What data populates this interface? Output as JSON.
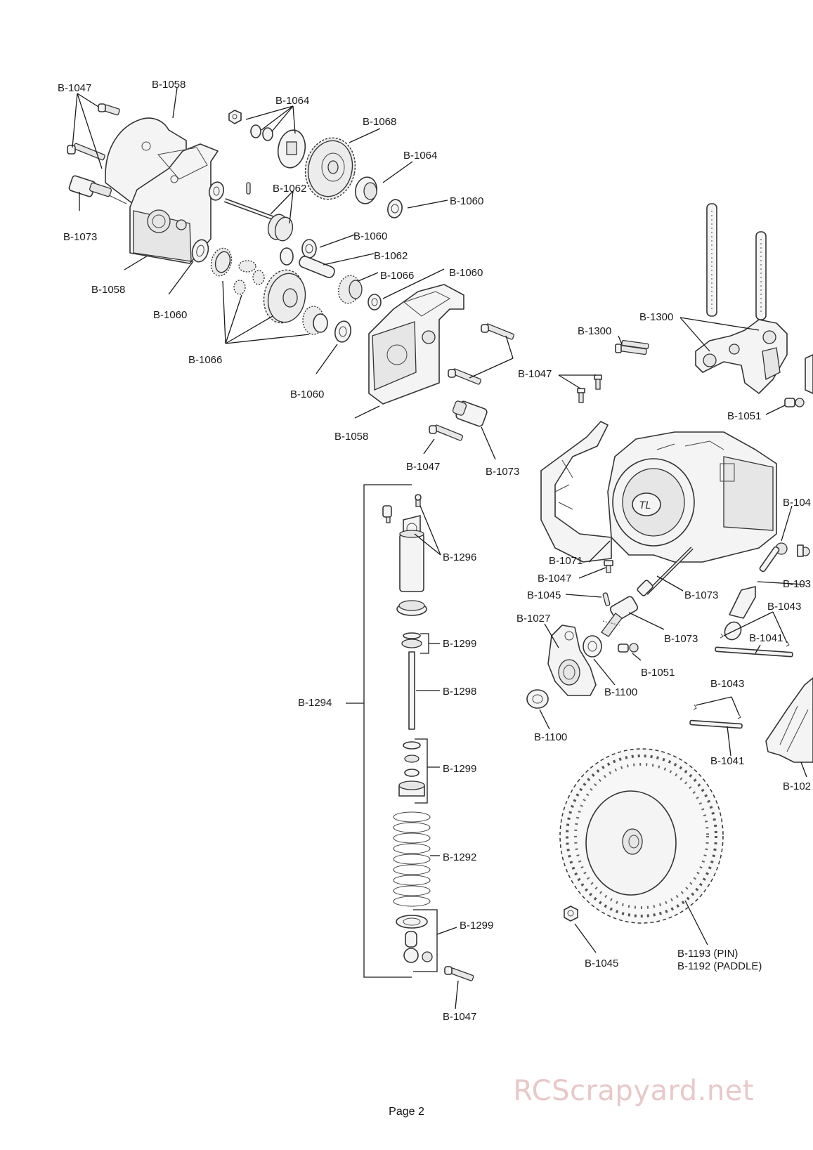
{
  "labels": {
    "gear_top_b1047": "B-1047",
    "gear_top_b1058": "B-1058",
    "gear_top_b1064": "B-1064",
    "gear_b1068": "B-1068",
    "gear_b1064b": "B-1064",
    "gear_b1060a": "B-1060",
    "gear_b1062a": "B-1062",
    "gear_b1060b": "B-1060",
    "gear_b1062b": "B-1062",
    "gear_b1066a": "B-1066",
    "gear_b1060c": "B-1060",
    "gear_b1073a": "B-1073",
    "gear_b1058b": "B-1058",
    "gear_b1060d": "B-1060",
    "gear_b1066b": "B-1066",
    "gear_b1060e": "B-1060",
    "gear_b1058c": "B-1058",
    "gear_b1047b": "B-1047",
    "gear_b1047c": "B-1047",
    "gear_b1073b": "B-1073",
    "steer_b1300a": "B-1300",
    "steer_b1300b": "B-1300",
    "steer_b1051": "B-1051",
    "shock_b1294": "B-1294",
    "shock_b1296": "B-1296",
    "shock_b1299a": "B-1299",
    "shock_b1298": "B-1298",
    "shock_b1299b": "B-1299",
    "shock_b1292": "B-1292",
    "shock_b1299c": "B-1299",
    "shock_b1047": "B-1047",
    "rear_b1071": "B-1071",
    "rear_b1047": "B-1047",
    "rear_b1045": "B-1045",
    "rear_b1073a": "B-1073",
    "rear_b1073b": "B-1073",
    "rear_b1027": "B-1027",
    "rear_b1100a": "B-1100",
    "rear_b1051": "B-1051",
    "rear_b1100b": "B-1100",
    "rear_b1043a": "B-1043",
    "rear_b1041a": "B-1041",
    "rear_b1043b": "B-1043",
    "rear_b1041b": "B-1041",
    "rear_b104_cut": "B-104",
    "rear_b103_cut": "B-103",
    "rear_b102_cut": "B-102",
    "wheel_pin": "B-1193 (PIN)",
    "wheel_paddle": "B-1192 (PADDLE)",
    "wheel_b1045": "B-1045"
  },
  "footer": {
    "page": "Page 2"
  },
  "watermark": "RCScrapyard.net"
}
